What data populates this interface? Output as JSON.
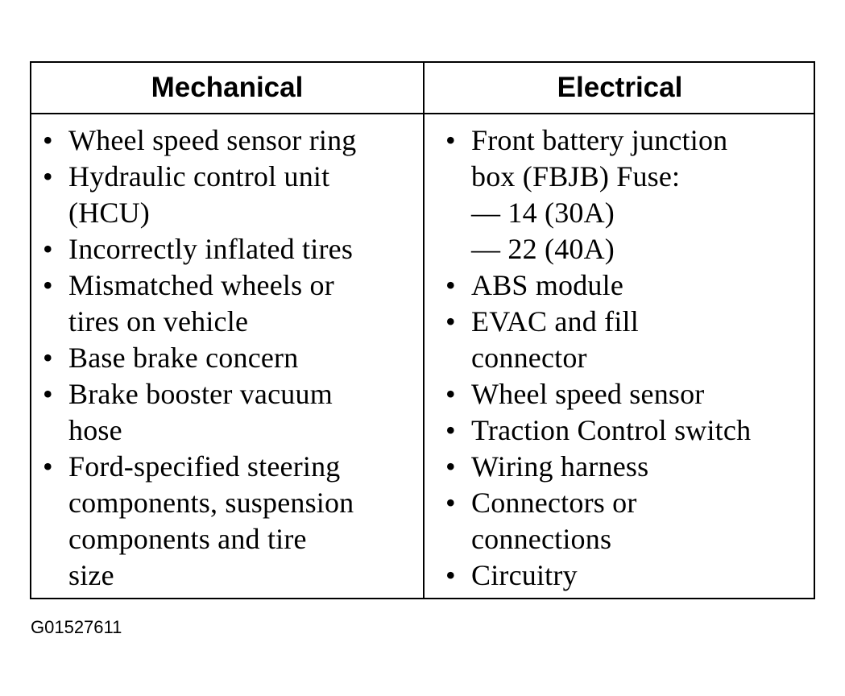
{
  "table": {
    "headers": {
      "mechanical": "Mechanical",
      "electrical": "Electrical"
    },
    "bullet_symbol": "•",
    "mechanical_items": [
      [
        "Wheel speed sensor ring"
      ],
      [
        "Hydraulic control unit",
        "(HCU)"
      ],
      [
        "Incorrectly inflated tires"
      ],
      [
        "Mismatched wheels or",
        "tires on vehicle"
      ],
      [
        "Base brake concern"
      ],
      [
        "Brake booster vacuum",
        "hose"
      ],
      [
        "Ford-specified steering",
        "components, suspension",
        "components and tire",
        "size"
      ]
    ],
    "electrical_items": [
      [
        "Front battery junction",
        "box (FBJB) Fuse:",
        "— 14 (30A)",
        "— 22 (40A)"
      ],
      [
        "ABS module"
      ],
      [
        "EVAC and fill",
        "connector"
      ],
      [
        "Wheel speed sensor"
      ],
      [
        "Traction Control switch"
      ],
      [
        "Wiring harness"
      ],
      [
        "Connectors or",
        "connections"
      ],
      [
        "Circuitry"
      ]
    ]
  },
  "footer": {
    "code": "G01527611"
  }
}
